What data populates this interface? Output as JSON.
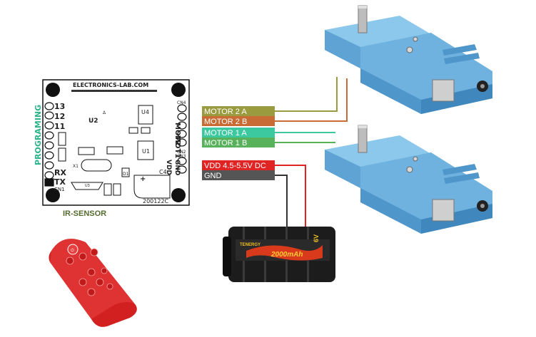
{
  "board": {
    "header": "ELECTRONICS-LAB.COM",
    "u2": "U2",
    "u4": "U4",
    "u1": "U1",
    "c4": "C4",
    "d1": "D1",
    "x1": "X1",
    "u3": "U3",
    "board_id": "200122C",
    "cn1": "CN1",
    "cn2": "CN2",
    "cn3": "CN3",
    "cn4": "CN4",
    "pins_left": [
      "13",
      "12",
      "11",
      "RX",
      "TX"
    ],
    "side_label": "PROGRAMING",
    "mot2": "MOT2",
    "mot1": "MOT1",
    "gnd": "GND",
    "vdd": "VDD",
    "caption": "IR-SENSOR"
  },
  "wires": [
    {
      "label": "MOTOR 2 A",
      "color": "#9a9a3e"
    },
    {
      "label": "MOTOR 2 B",
      "color": "#c96b35"
    },
    {
      "label": "MOTOR 1 A",
      "color": "#3cc9a0"
    },
    {
      "label": "MOTOR 1 B",
      "color": "#58b25b"
    },
    {
      "label": "VDD 4.5-5.5V DC",
      "color": "#e02424"
    },
    {
      "label": "GND",
      "color": "#555555"
    }
  ],
  "battery": {
    "brand": "TENERGY",
    "capacity": "2000mAh",
    "voltage": "6V"
  },
  "colors": {
    "motor_body": "#6fb2df",
    "remote_body": "#e02a2a",
    "side_label": "#2db58a",
    "caption": "#556b2f"
  },
  "icons": {
    "motor": "geared-dc-motor-icon",
    "remote": "ir-remote-icon",
    "battery": "battery-pack-icon"
  }
}
